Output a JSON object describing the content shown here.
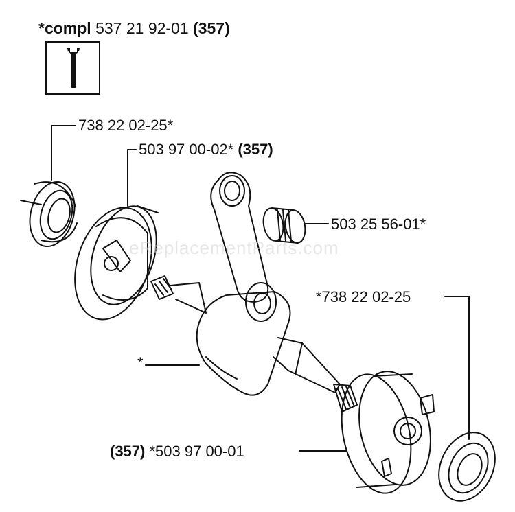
{
  "header": {
    "compl_prefix": "*compl",
    "compl_number": "537 21 92-01",
    "compl_ref": "(357)"
  },
  "labels": {
    "bearing_top": "738 22 02-25*",
    "crank_half_top_number": "503 97 00-02*",
    "crank_half_top_ref": "(357)",
    "needle_bearing": "503 25 56-01*",
    "bearing_bottom": "*738 22 02-25",
    "crankshaft": "*",
    "crank_half_bottom_ref": "(357)",
    "crank_half_bottom_number": "*503 97 00-01"
  },
  "watermark": "eReplacementParts.com",
  "icons": {
    "tool": "wrench-icon"
  },
  "colors": {
    "ink": "#111111",
    "background": "#ffffff",
    "watermark": "#d2d2d2"
  }
}
